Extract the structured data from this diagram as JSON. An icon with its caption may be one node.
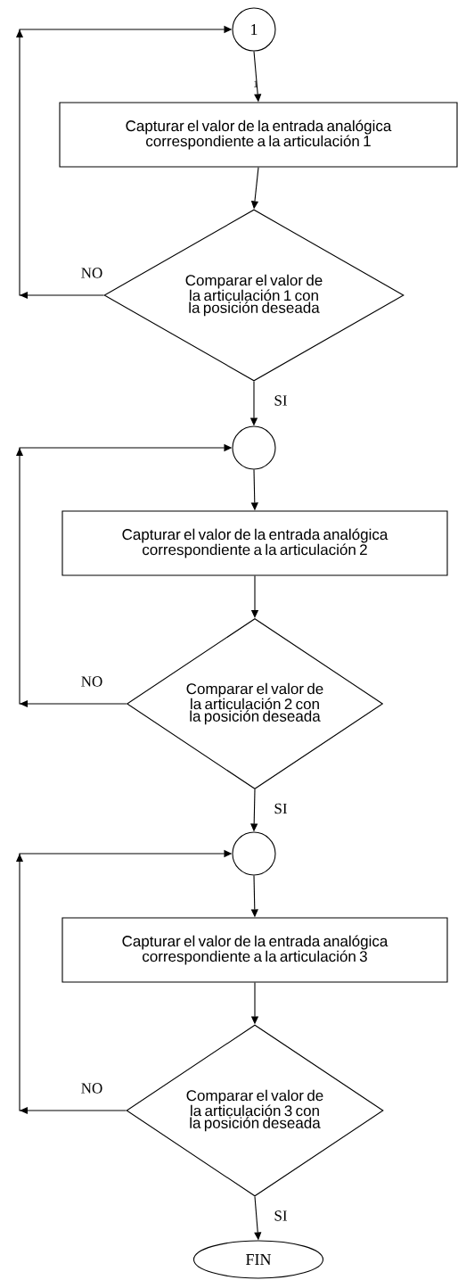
{
  "diagram": {
    "nodes": [
      {
        "text": [
          "1"
        ]
      },
      {
        "text": [
          "Capturar el valor de la entrada analógica correspondiente a la articulación 1"
        ]
      },
      {
        "text": [
          "Comparar el valor de la articulación 1 con la posición deseada"
        ]
      },
      {
        "text": [],
        "shape": "circle"
      },
      {
        "text": [
          "Capturar el valor de la entrada analógica correspondiente a la articulación 2"
        ]
      },
      {
        "text": [
          "Comparar el valor de la articulación 2 con la posición deseada"
        ]
      },
      {
        "text": [],
        "shape": "circle"
      },
      {
        "text": [
          "Capturar el valor de la entrada analógica correspondiente a la articulación 3"
        ]
      },
      {
        "text": [
          "Comparar el valor de la articulación 3 con la posición deseada"
        ]
      },
      {
        "text": [
          "FIN"
        ]
      }
    ],
    "edges": [
      {
        "from": 0,
        "to": 1,
        "arrow": "to"
      },
      {
        "from": 1,
        "to": 2,
        "arrow": "to"
      },
      {
        "from": 2,
        "to": 3,
        "arrow": "to",
        "label": "SI"
      },
      {
        "from": 2,
        "to": 0,
        "arrow": "to",
        "label": "NO"
      },
      {
        "from": 3,
        "to": 4,
        "arrow": "to"
      },
      {
        "from": 4,
        "to": 5,
        "arrow": "to"
      },
      {
        "from": 5,
        "to": 6,
        "arrow": "to",
        "label": "SI"
      },
      {
        "from": 5,
        "to": 3,
        "arrow": "to",
        "label": "NO"
      },
      {
        "from": 6,
        "to": 7,
        "arrow": "to"
      },
      {
        "from": 7,
        "to": 8,
        "arrow": "to"
      },
      {
        "from": 8,
        "to": 9,
        "arrow": "to",
        "label": "SI"
      },
      {
        "from": 8,
        "to": 6,
        "arrow": "to",
        "label": "NO"
      }
    ],
    "labels": [
      "1"
    ]
  }
}
